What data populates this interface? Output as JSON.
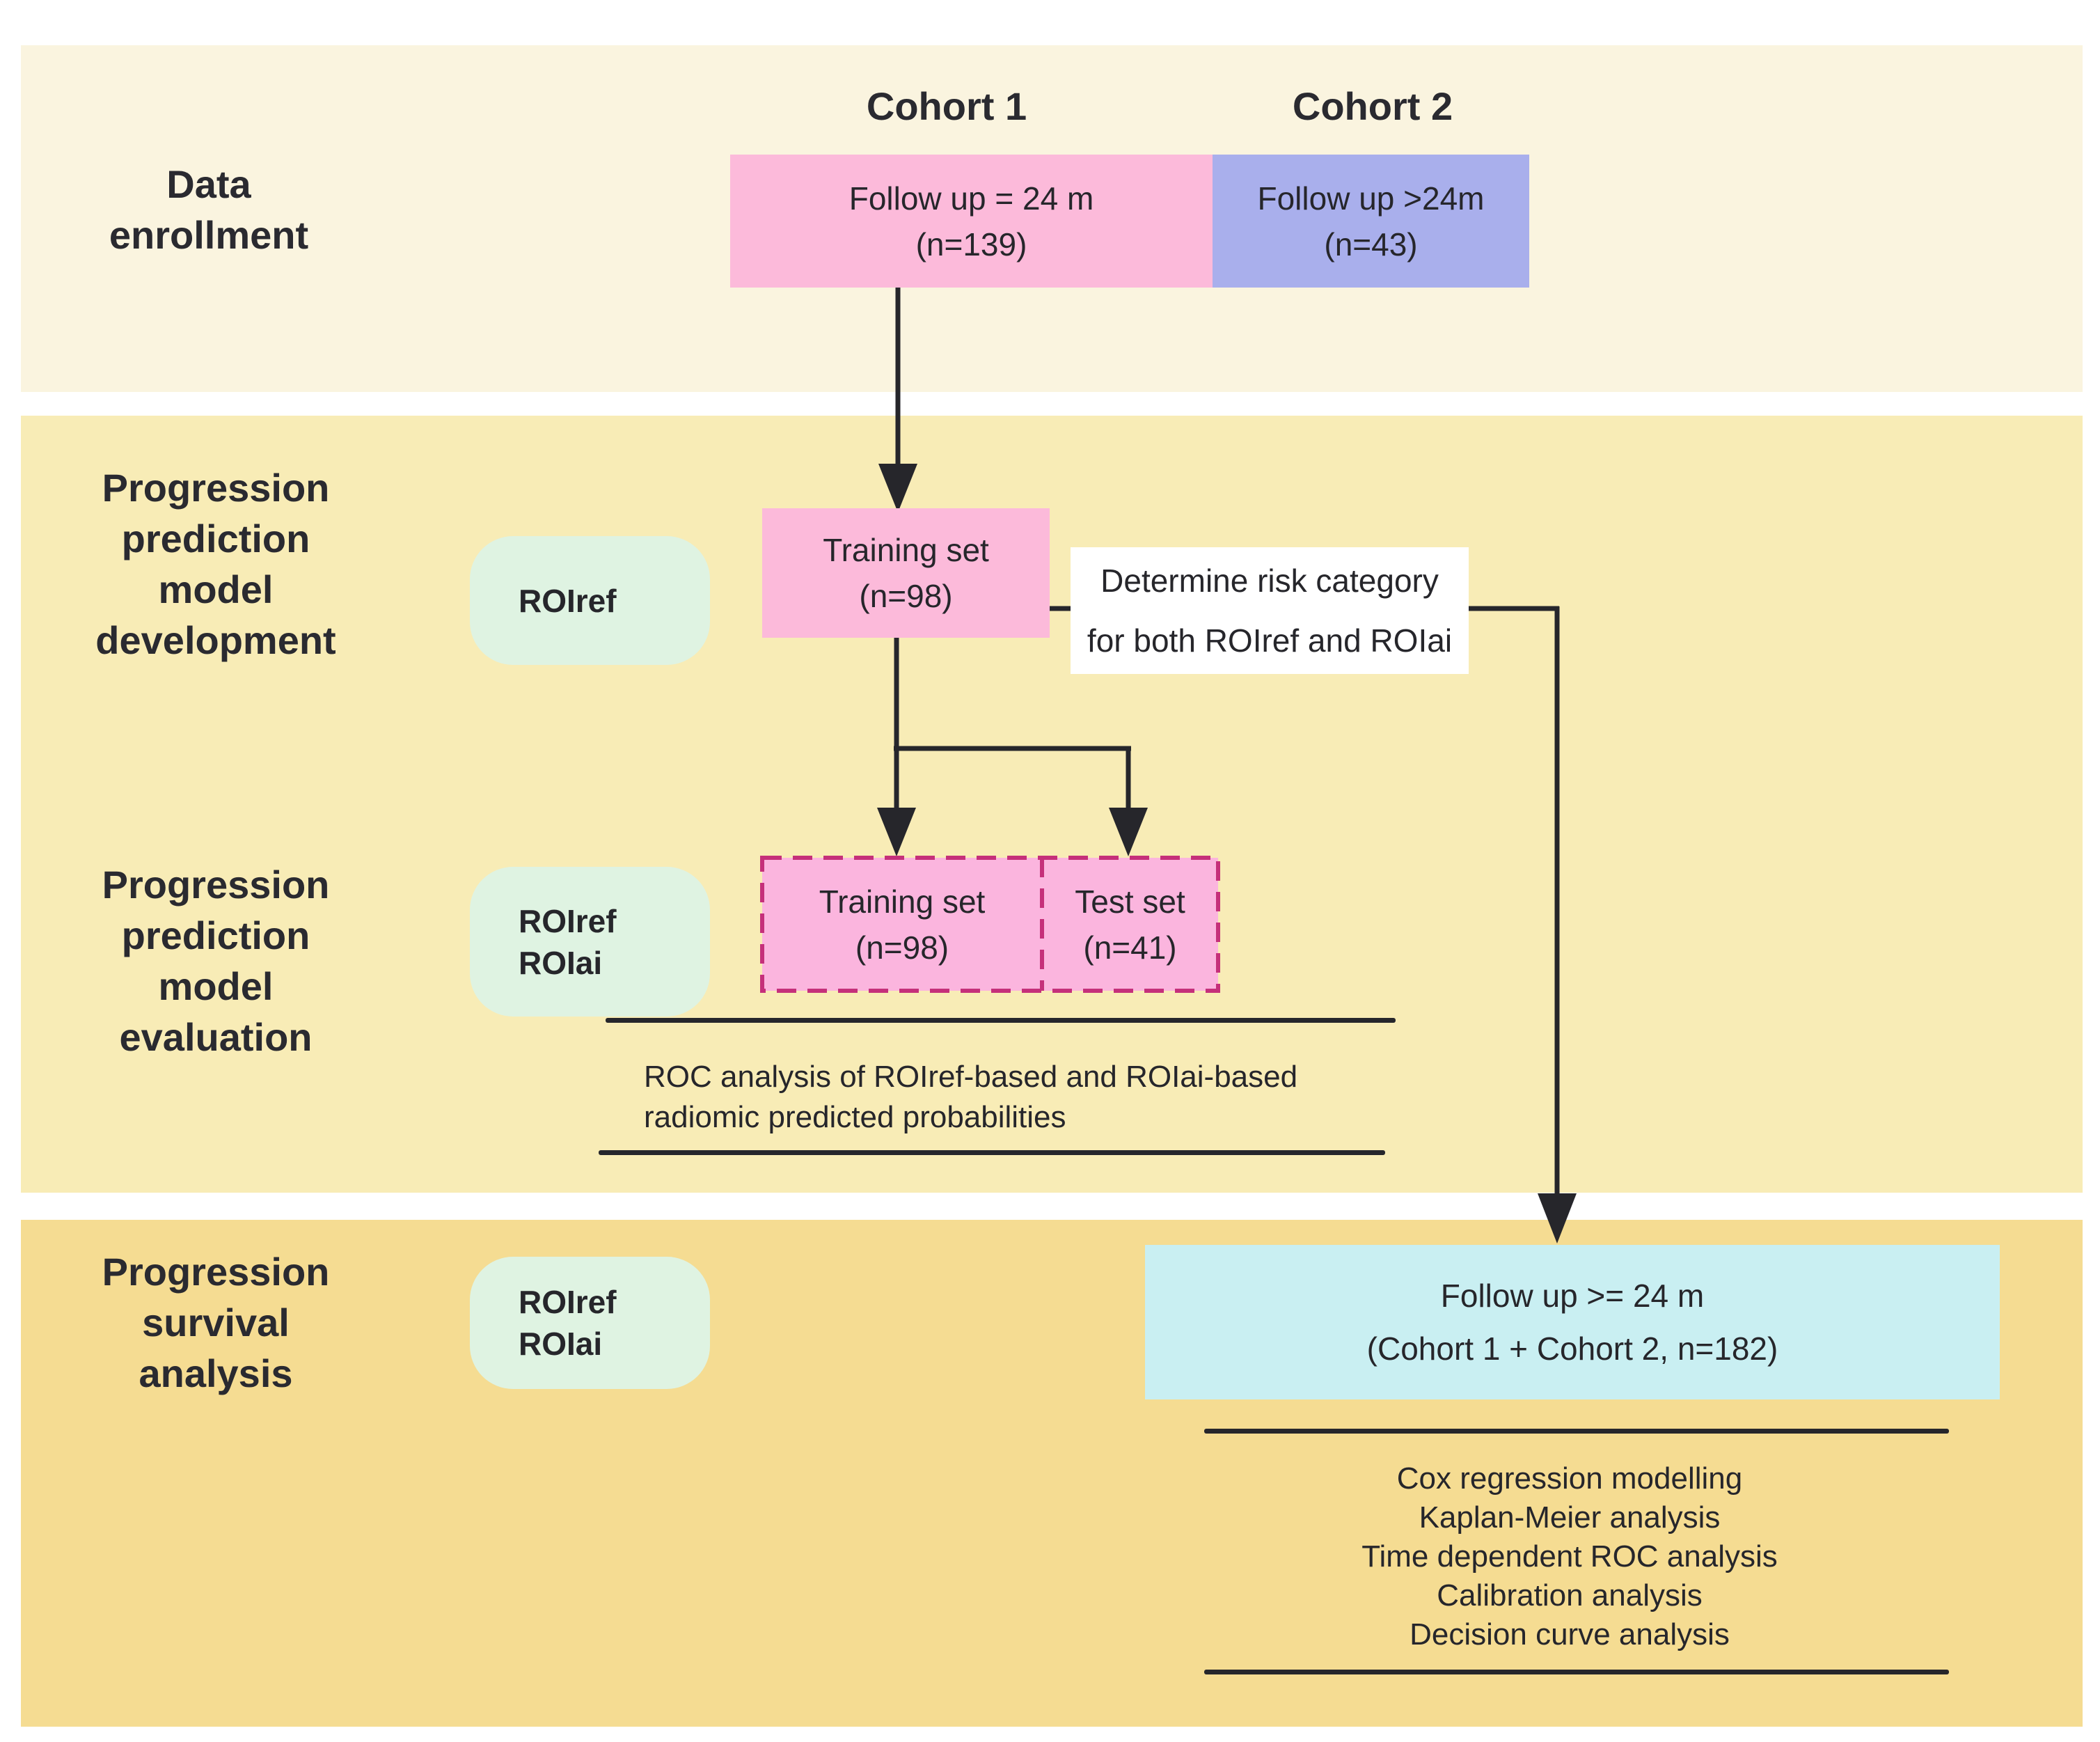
{
  "colors": {
    "band_enrollment": "#FAF4DF",
    "band_development": "#F8ECB6",
    "band_survival": "#F5DC92",
    "box_pink": "#FCBADA",
    "box_pink_dashed_fill": "#FBB5DE",
    "dashed_border": "#C5307A",
    "box_blue": "#A9AFEC",
    "pill_green": "#DFF3E2",
    "box_cyan": "#C9EFF2",
    "line": "#26262B",
    "text": "#2A2A30"
  },
  "sections": {
    "enrollment": {
      "line1": "Data",
      "line2": "enrollment"
    },
    "development": {
      "line1": "Progression",
      "line2": "prediction",
      "line3": "model",
      "line4": "development"
    },
    "evaluation": {
      "line1": "Progression",
      "line2": "prediction",
      "line3": "model",
      "line4": "evaluation"
    },
    "survival": {
      "line1": "Progression",
      "line2": "survival",
      "line3": "analysis"
    }
  },
  "headers": {
    "cohort1": "Cohort 1",
    "cohort2": "Cohort 2"
  },
  "boxes": {
    "cohort1": {
      "line1": "Follow up = 24 m",
      "line2": "(n=139)"
    },
    "cohort2": {
      "line1": "Follow up >24m",
      "line2": "(n=43)"
    },
    "training": {
      "line1": "Training set",
      "line2": "(n=98)"
    },
    "training_dashed": {
      "line1": "Training set",
      "line2": "(n=98)"
    },
    "test_dashed": {
      "line1": "Test set",
      "line2": "(n=41)"
    },
    "survival": {
      "line1": "Follow up >= 24 m",
      "line2": "(Cohort 1 + Cohort 2, n=182)"
    }
  },
  "pills": {
    "development": {
      "line1": "ROIref"
    },
    "evaluation": {
      "line1": "ROIref",
      "line2": "ROIai"
    },
    "survival": {
      "line1": "ROIref",
      "line2": "ROIai"
    }
  },
  "notes": {
    "risk": {
      "line1": "Determine risk category",
      "line2": "for both ROIref and ROIai"
    },
    "roc": {
      "line1": "ROC analysis of ROIref-based and ROIai-based",
      "line2": "radiomic predicted probabilities"
    }
  },
  "survival_analyses": [
    "Cox regression modelling",
    "Kaplan-Meier analysis",
    "Time dependent ROC analysis",
    "Calibration analysis",
    "Decision curve analysis"
  ]
}
